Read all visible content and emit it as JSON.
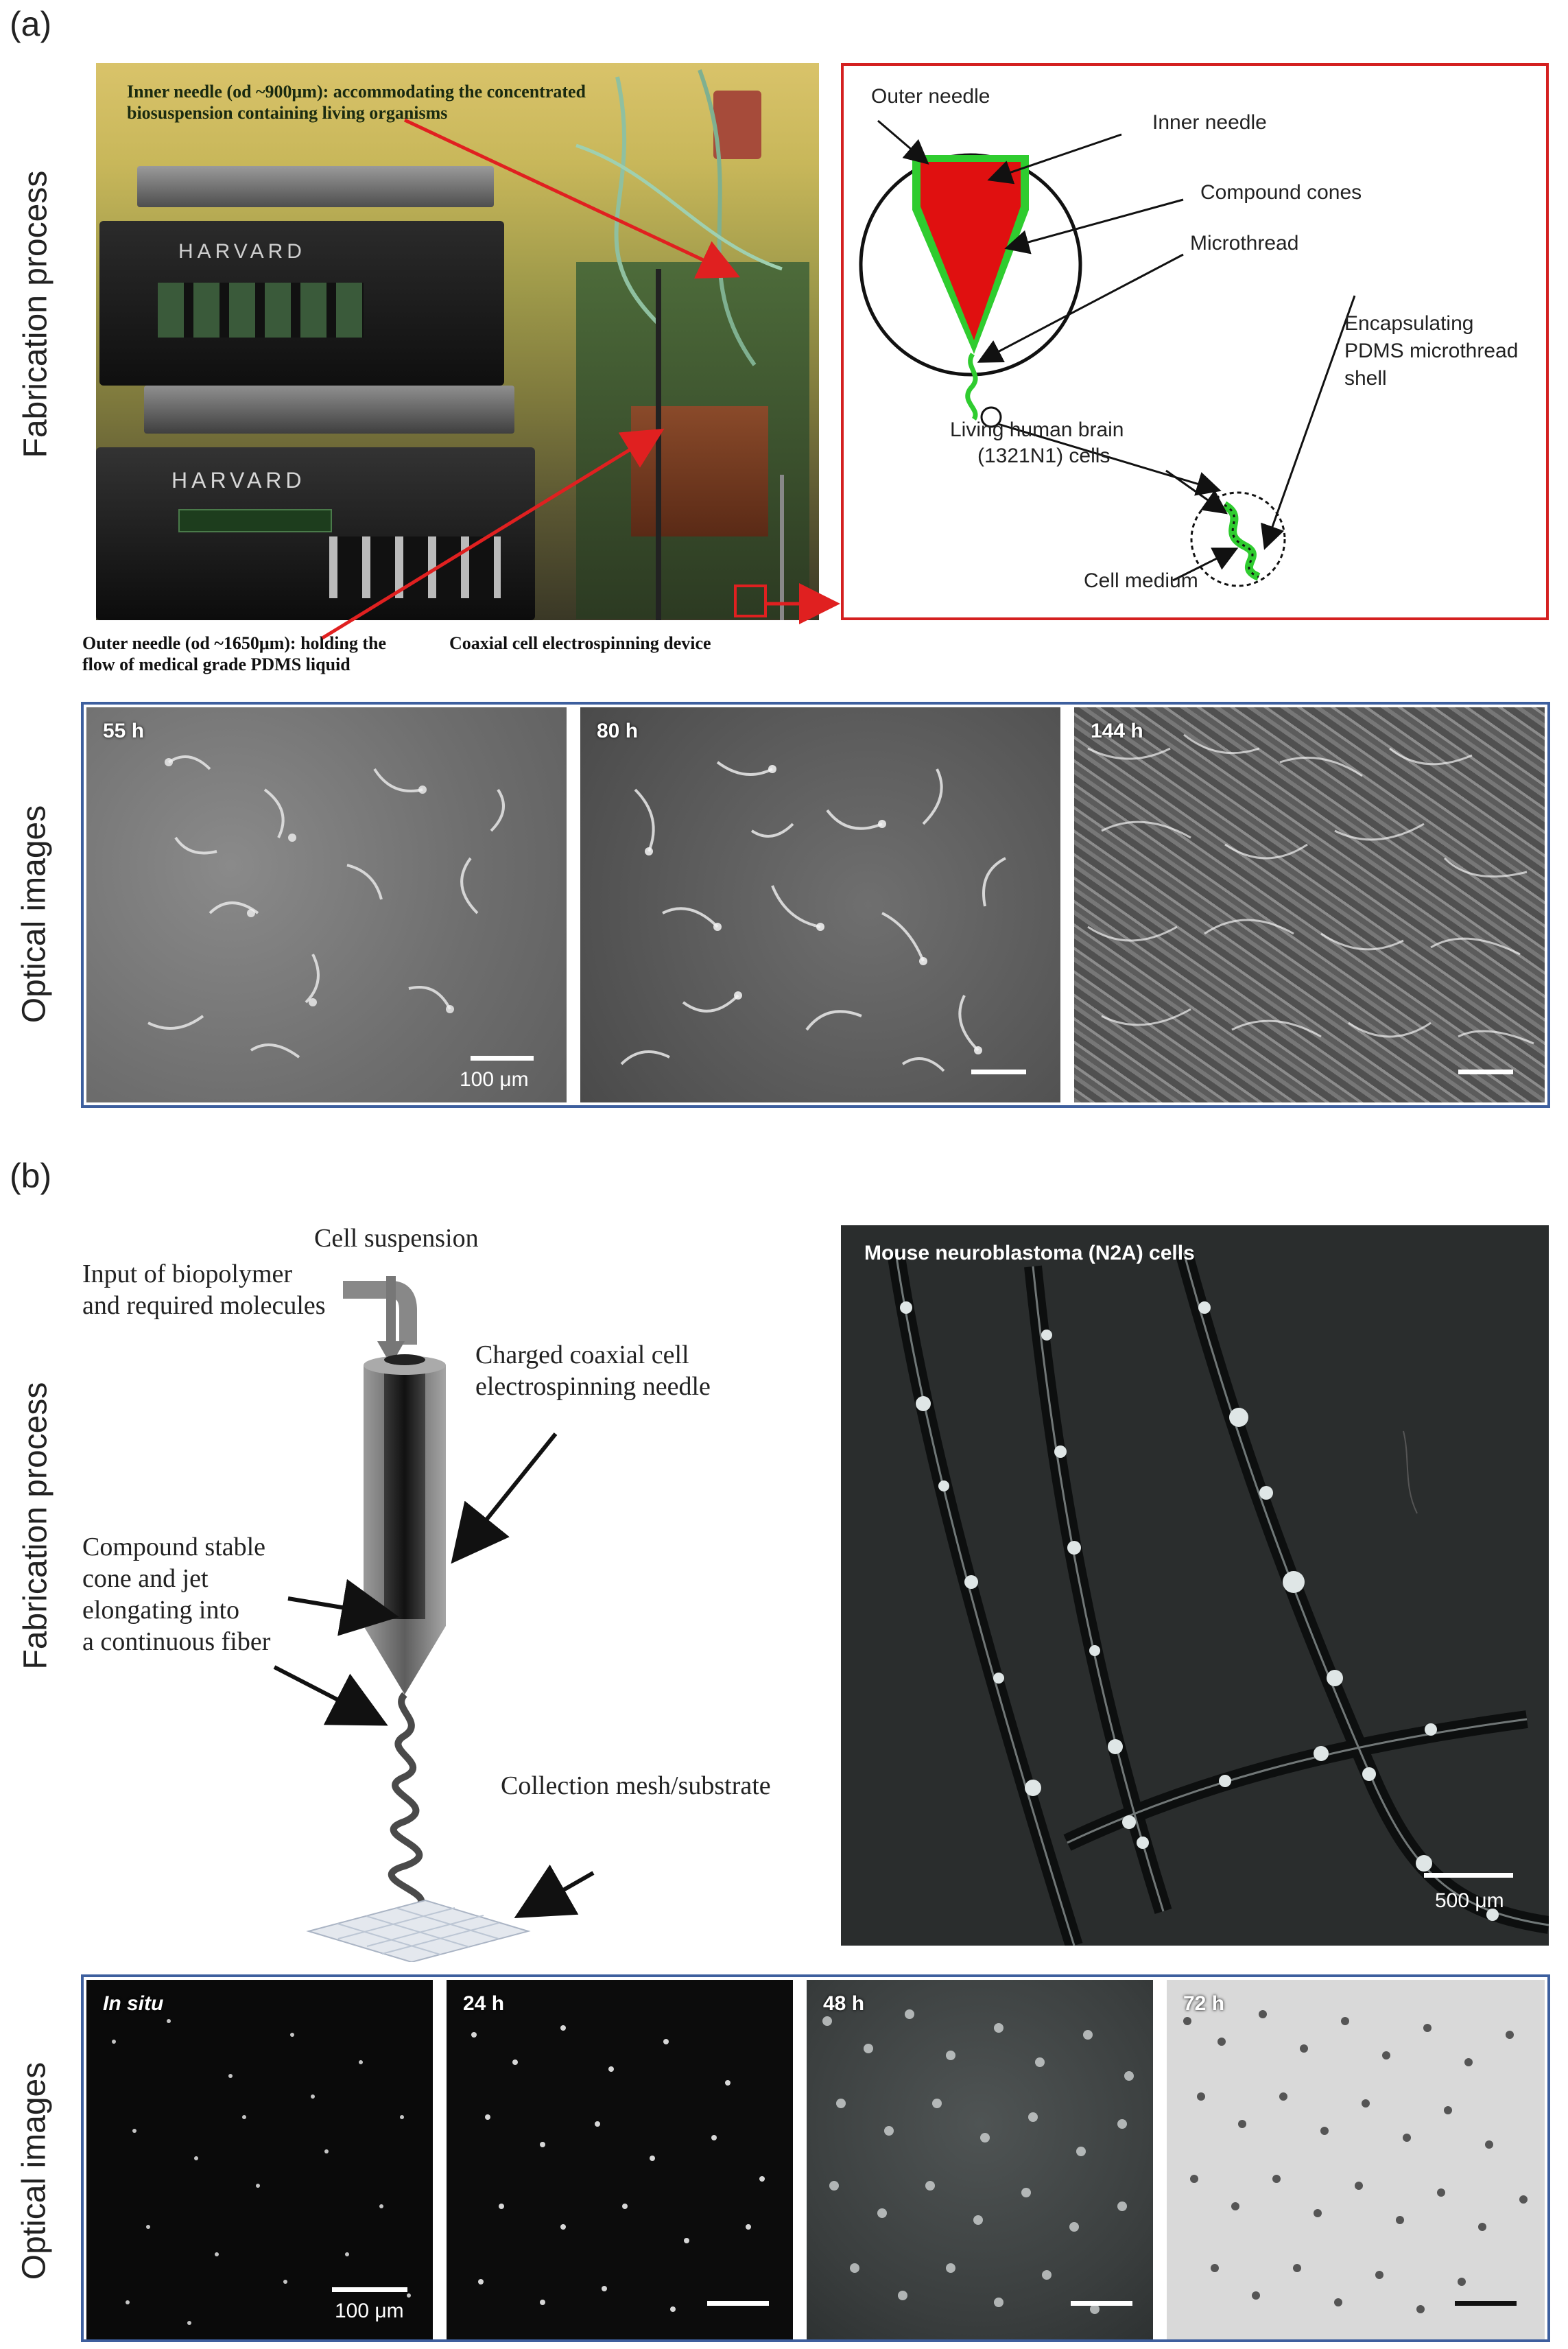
{
  "panel_a": {
    "letter": "(a)",
    "side_label_top": "Fabrication process",
    "side_label_bottom": "Optical images",
    "photo": {
      "annotation_inner": [
        "Inner needle (od ~900μm): accommodating the concentrated",
        "biosuspension containing living organisms"
      ],
      "annotation_outer": [
        "Outer needle (od ~1650μm): holding the",
        "flow of medical grade PDMS liquid"
      ],
      "annotation_device": "Coaxial cell electrospinning device",
      "brand": "HARVARD"
    },
    "diagram": {
      "outer_needle": "Outer needle",
      "inner_needle": "Inner needle",
      "compound_cones": "Compound cones",
      "microthread": "Microthread",
      "encapsulating": [
        "Encapsulating",
        "PDMS microthread",
        "shell"
      ],
      "living_cells": [
        "Living human brain",
        "(1321N1) cells"
      ],
      "cell_medium": "Cell medium"
    },
    "optical": [
      {
        "time": "55 h",
        "scale": "100 μm"
      },
      {
        "time": "80 h"
      },
      {
        "time": "144 h"
      }
    ]
  },
  "panel_b": {
    "letter": "(b)",
    "side_label_top": "Fabrication process",
    "side_label_bottom": "Optical images",
    "diagram": {
      "cell_suspension": "Cell suspension",
      "input": [
        "Input of biopolymer",
        "and required molecules"
      ],
      "needle": [
        "Charged coaxial cell",
        "electrospinning needle"
      ],
      "cone": [
        "Compound stable",
        "cone and jet",
        "elongating into",
        "a continuous fiber"
      ],
      "collection": "Collection mesh/substrate"
    },
    "fluor": {
      "title": "Mouse neuroblastoma (N2A) cells",
      "scale": "500 μm"
    },
    "optical": [
      {
        "time": "In situ",
        "scale": "100 μm"
      },
      {
        "time": "24 h"
      },
      {
        "time": "48 h"
      },
      {
        "time": "72 h"
      }
    ]
  }
}
